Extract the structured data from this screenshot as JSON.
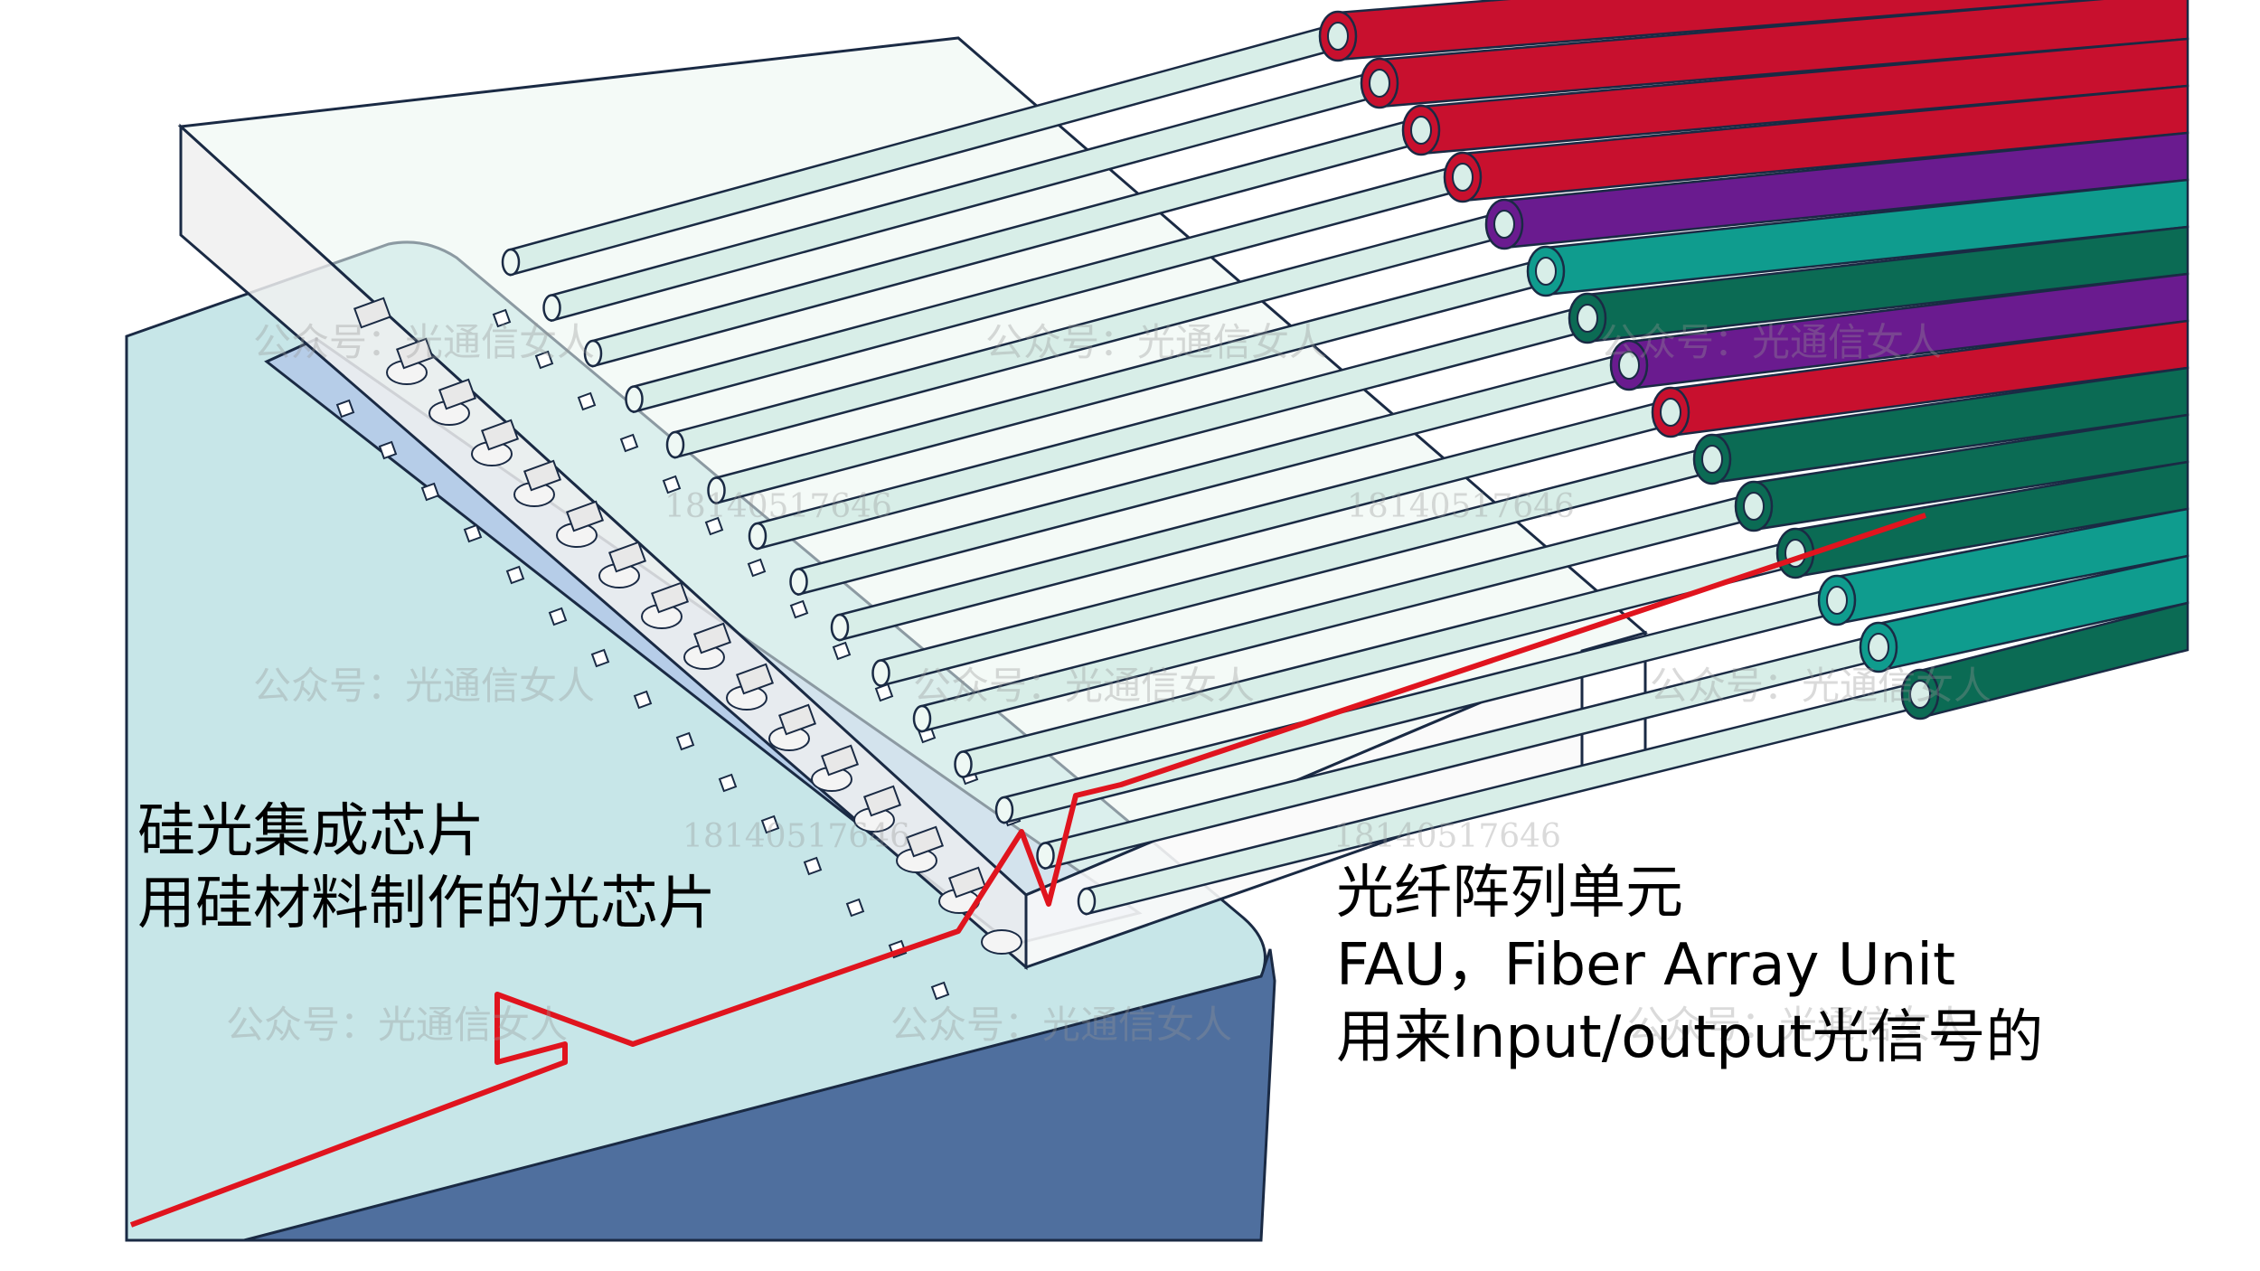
{
  "chip_label": {
    "line1": "硅光集成芯片",
    "line2": "用硅材料制作的光芯片"
  },
  "fau_label": {
    "line1": "光纤阵列单元",
    "line2": "FAU，Fiber Array Unit",
    "line3": "用来Input/output光信号的"
  },
  "watermarks": {
    "account": "公众号：光通信女人",
    "number": "18140517646"
  },
  "colors": {
    "chip_top": "#c7e6e8",
    "chip_side": "#4f6f9e",
    "fiber_glass": "#d8eee8",
    "signal": "#e0141e",
    "fiber_red": "#c8102e",
    "fiber_purple": "#6a1b8f",
    "fiber_teal": "#0f9c8e",
    "fiber_green": "#0b6b54"
  },
  "fiber_colors": [
    "red",
    "red",
    "red",
    "red",
    "purple",
    "teal",
    "green",
    "purple",
    "red",
    "green",
    "green",
    "green",
    "teal",
    "teal",
    "green"
  ]
}
